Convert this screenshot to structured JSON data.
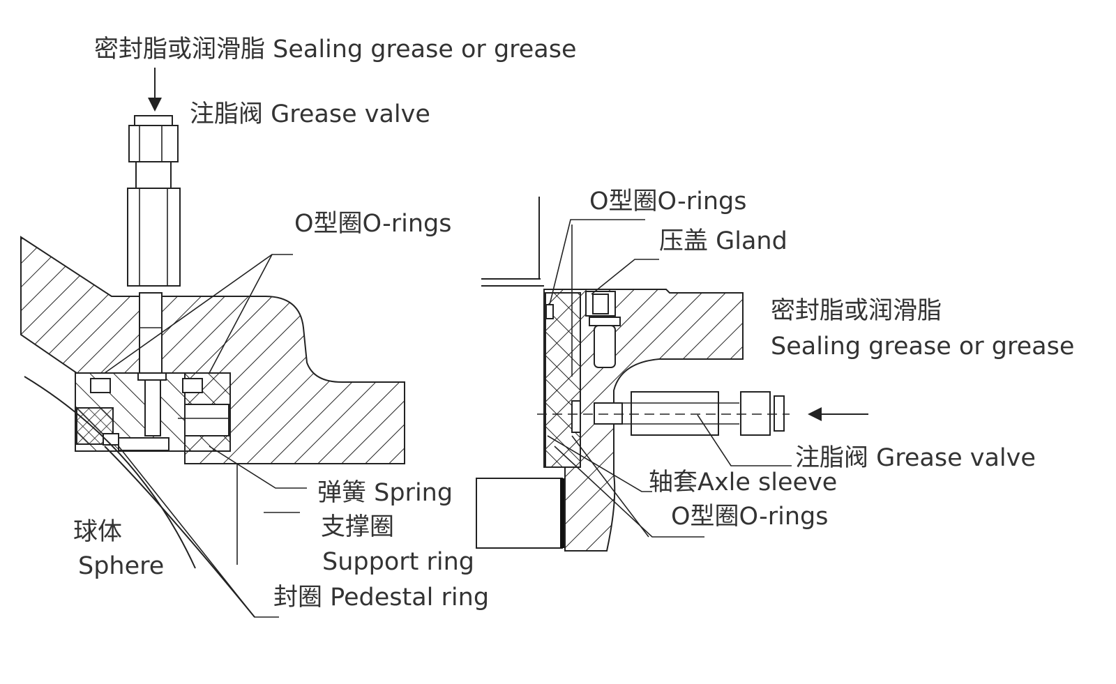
{
  "diagram": {
    "title": "Ball valve grease injection sealing structure",
    "left_view": {
      "labels": {
        "sealing_grease": "密封脂或润滑脂 Sealing grease or grease",
        "grease_valve": "注脂阀 Grease valve",
        "o_rings": "O型圈O-rings",
        "spring": "弹簧 Spring",
        "support_ring_cn": "支撑圈",
        "support_ring_en": "Support ring",
        "sphere_cn": "球体",
        "sphere_en": "Sphere",
        "pedestal_ring": "封圈 Pedestal ring"
      }
    },
    "right_view": {
      "labels": {
        "o_rings_top": "O型圈O-rings",
        "gland": "压盖 Gland",
        "sealing_grease_cn": "密封脂或润滑脂",
        "sealing_grease_en": "Sealing grease or grease",
        "grease_valve": "注脂阀 Grease valve",
        "axle_sleeve": "轴套Axle sleeve",
        "o_rings_bottom": "O型圈O-rings"
      }
    }
  }
}
